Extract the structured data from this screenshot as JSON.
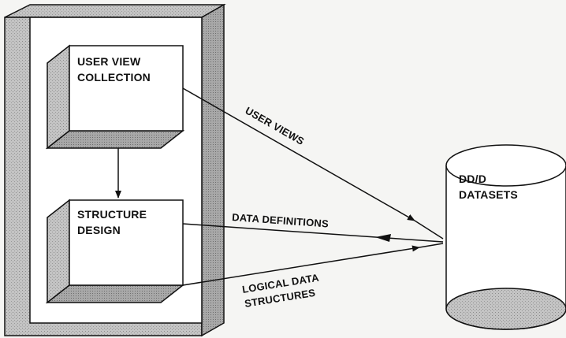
{
  "boxes": {
    "user_view_collection": {
      "line1": "USER VIEW",
      "line2": "COLLECTION"
    },
    "structure_design": {
      "line1": "STRUCTURE",
      "line2": "DESIGN"
    }
  },
  "datastore": {
    "line1": "DD/D",
    "line2": "DATASETS"
  },
  "edges": {
    "user_views": "USER VIEWS",
    "data_definitions": "DATA DEFINITIONS",
    "logical_line1": "LOGICAL DATA",
    "logical_line2": "STRUCTURES"
  },
  "colors": {
    "shade": "#bdbdbd",
    "shade_dark": "#9a9a9a",
    "ink": "#111111",
    "background": "#f5f5f3"
  }
}
